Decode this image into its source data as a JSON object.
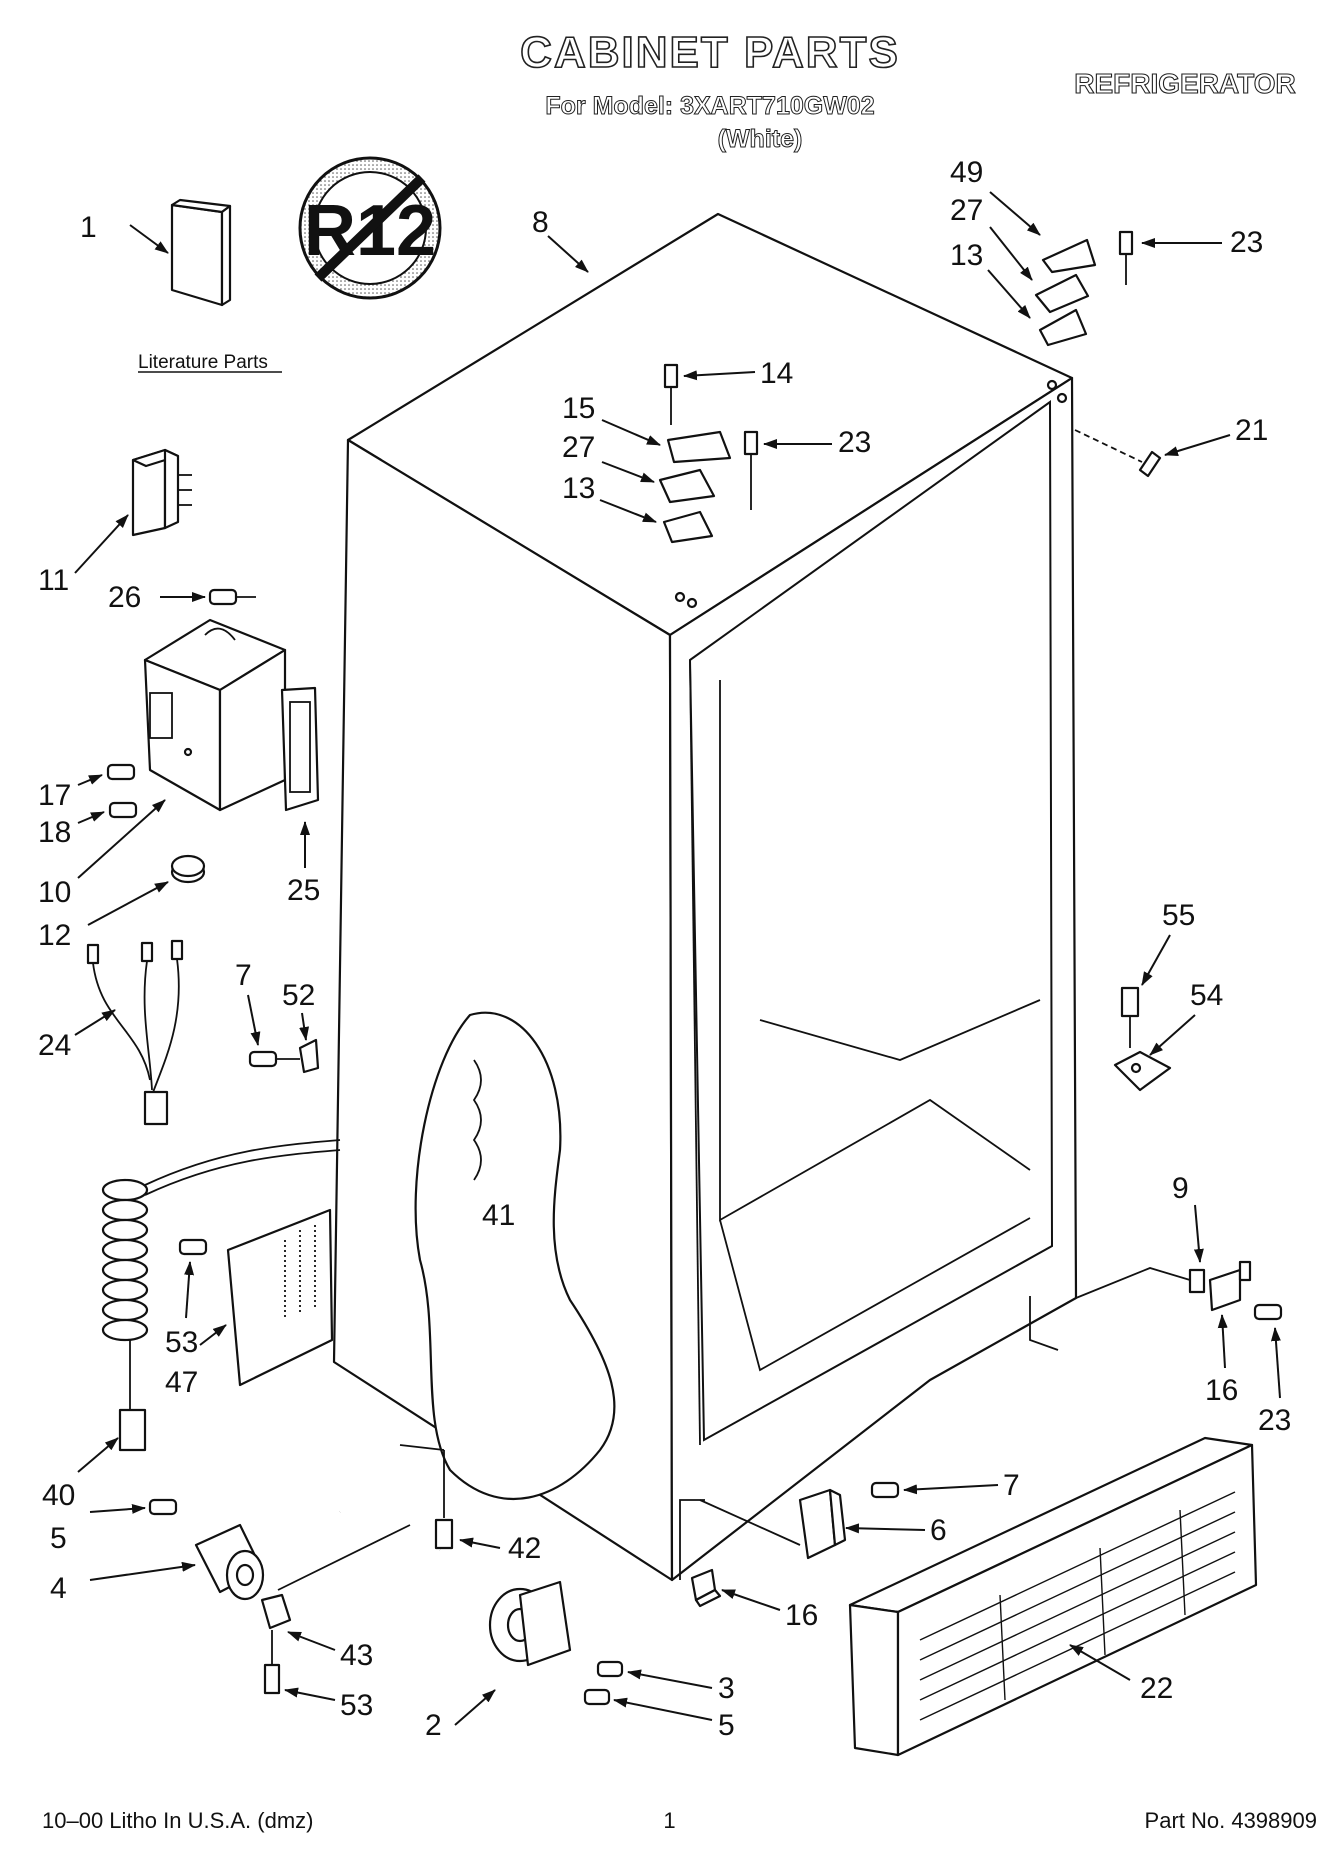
{
  "header": {
    "title": "CABINET PARTS",
    "model": "For Model: 3XART710GW02",
    "color": "(White)",
    "appliance": "REFRIGERATOR"
  },
  "badge": {
    "text": "R12"
  },
  "literature_label": "Literature Parts",
  "callouts": [
    {
      "id": "c1",
      "text": "1"
    },
    {
      "id": "c8",
      "text": "8"
    },
    {
      "id": "c49",
      "text": "49"
    },
    {
      "id": "c27a",
      "text": "27"
    },
    {
      "id": "c13a",
      "text": "13"
    },
    {
      "id": "c23a",
      "text": "23"
    },
    {
      "id": "c14",
      "text": "14"
    },
    {
      "id": "c15",
      "text": "15"
    },
    {
      "id": "c27b",
      "text": "27"
    },
    {
      "id": "c23b",
      "text": "23"
    },
    {
      "id": "c13b",
      "text": "13"
    },
    {
      "id": "c21",
      "text": "21"
    },
    {
      "id": "c11",
      "text": "11"
    },
    {
      "id": "c26",
      "text": "26"
    },
    {
      "id": "c17",
      "text": "17"
    },
    {
      "id": "c18",
      "text": "18"
    },
    {
      "id": "c10",
      "text": "10"
    },
    {
      "id": "c25",
      "text": "25"
    },
    {
      "id": "c12",
      "text": "12"
    },
    {
      "id": "c55",
      "text": "55"
    },
    {
      "id": "c54",
      "text": "54"
    },
    {
      "id": "c7a",
      "text": "7"
    },
    {
      "id": "c52",
      "text": "52"
    },
    {
      "id": "c24",
      "text": "24"
    },
    {
      "id": "c41",
      "text": "41"
    },
    {
      "id": "c9",
      "text": "9"
    },
    {
      "id": "c53a",
      "text": "53"
    },
    {
      "id": "c47",
      "text": "47"
    },
    {
      "id": "c16a",
      "text": "16"
    },
    {
      "id": "c23c",
      "text": "23"
    },
    {
      "id": "c40",
      "text": "40"
    },
    {
      "id": "c7b",
      "text": "7"
    },
    {
      "id": "c5a",
      "text": "5"
    },
    {
      "id": "c6",
      "text": "6"
    },
    {
      "id": "c42",
      "text": "42"
    },
    {
      "id": "c4",
      "text": "4"
    },
    {
      "id": "c16b",
      "text": "16"
    },
    {
      "id": "c43",
      "text": "43"
    },
    {
      "id": "c3",
      "text": "3"
    },
    {
      "id": "c22",
      "text": "22"
    },
    {
      "id": "c53b",
      "text": "53"
    },
    {
      "id": "c2",
      "text": "2"
    },
    {
      "id": "c5b",
      "text": "5"
    }
  ],
  "footer": {
    "left": "10–00 Litho In U.S.A. (dmz)",
    "page": "1",
    "part_no": "Part No. 4398909"
  }
}
